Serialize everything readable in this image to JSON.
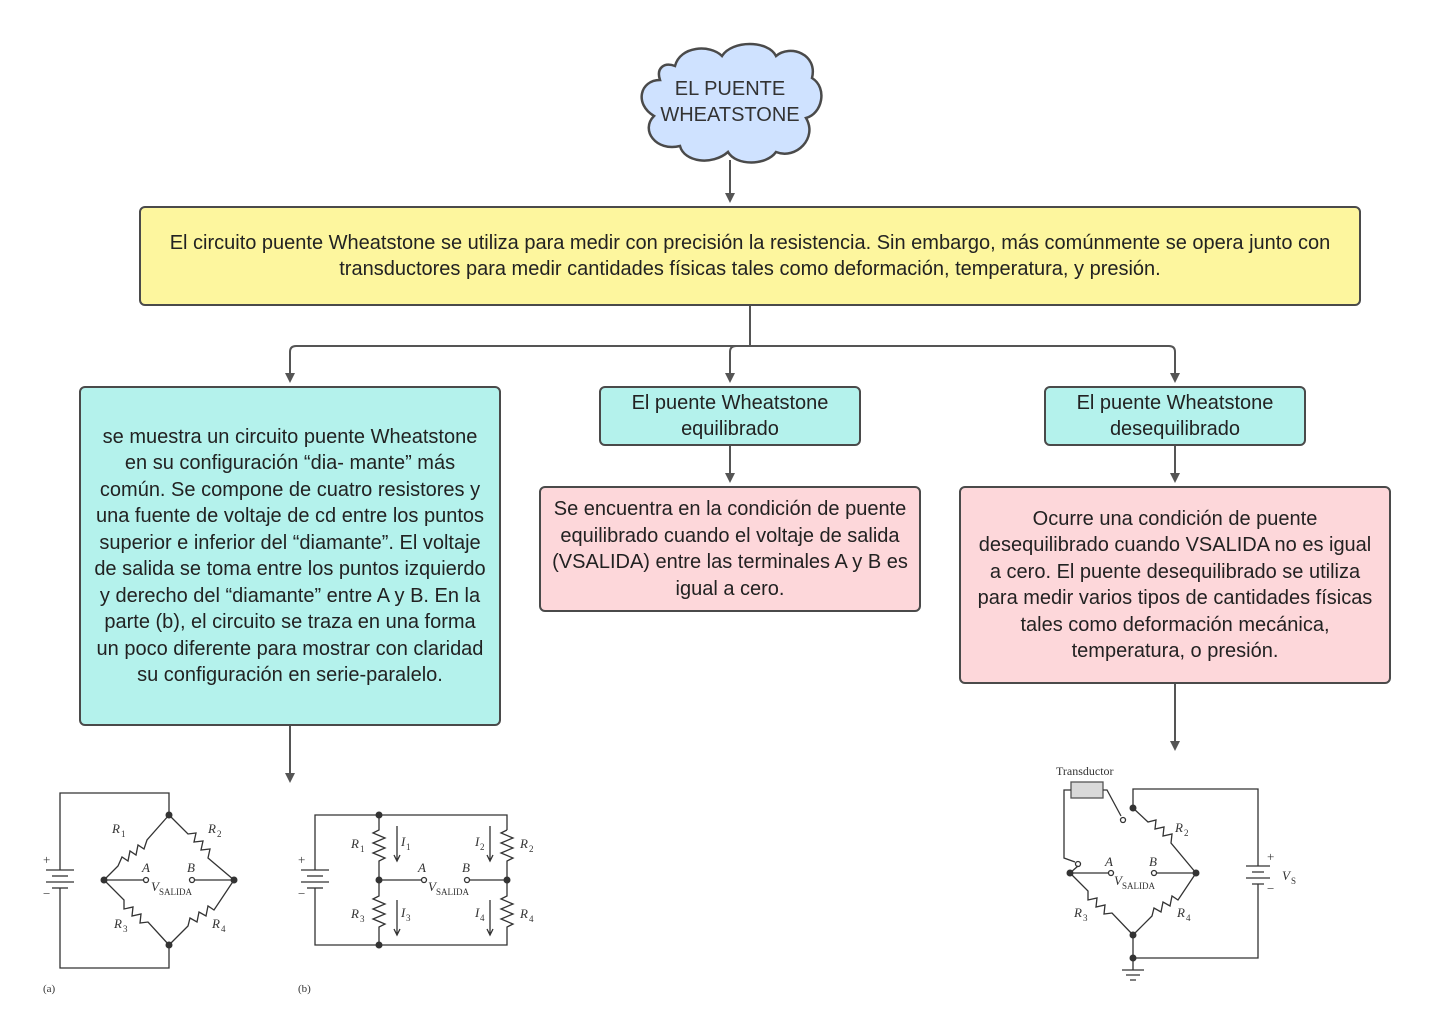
{
  "colors": {
    "cloud_fill": "#cfe2ff",
    "main_fill": "#fdf69e",
    "teal_fill": "#b4f2ec",
    "pink_fill": "#fdd7da",
    "border": "#4a4a4a"
  },
  "root": {
    "line1": "EL PUENTE",
    "line2": "WHEATSTONE"
  },
  "definition": "El circuito puente Wheatstone se utiliza para medir con precisión la resistencia. Sin embargo, más comúnmente se opera junto con transductores para medir cantidades físicas tales como deformación, temperatura, y presión.",
  "configuration": "se muestra un circuito puente Wheatstone en su configuración “dia- mante” más común. Se compone de cuatro resistores y una fuente de voltaje de cd entre los puntos superior e inferior del “diamante”. El voltaje de salida se toma entre los puntos izquierdo y derecho del “diamante” entre A y B. En la parte (b), el circuito se traza en una forma un poco diferente para mostrar con claridad su configuración en serie-paralelo.",
  "balanced": {
    "title": "El puente Wheatstone equilibrado",
    "description": "Se encuentra en la condición de puente equilibrado cuando el voltaje de salida (VSALIDA) entre las terminales A y B es igual a cero."
  },
  "unbalanced": {
    "title": "El puente Wheatstone desequilibrado",
    "description": "Ocurre una condición de puente desequilibrado cuando VSALIDA no es igual a cero. El puente desequilibrado se utiliza para medir varios tipos de cantidades físicas tales como deformación mecánica, temperatura, o presión."
  },
  "circuit_a": {
    "caption": "(a)",
    "r1": "R",
    "r1_sub": "1",
    "r2": "R",
    "r2_sub": "2",
    "r3": "R",
    "r3_sub": "3",
    "r4": "R",
    "r4_sub": "4",
    "node_a": "A",
    "node_b": "B",
    "vout": "V",
    "vout_sub": "SALIDA",
    "plus": "+",
    "minus": "−"
  },
  "circuit_b": {
    "caption": "(b)",
    "r1": "R",
    "r1_sub": "1",
    "r2": "R",
    "r2_sub": "2",
    "r3": "R",
    "r3_sub": "3",
    "r4": "R",
    "r4_sub": "4",
    "i1": "I",
    "i1_sub": "1",
    "i2": "I",
    "i2_sub": "2",
    "i3": "I",
    "i3_sub": "3",
    "i4": "I",
    "i4_sub": "4",
    "node_a": "A",
    "node_b": "B",
    "vout": "V",
    "vout_sub": "SALIDA",
    "plus": "+",
    "minus": "−"
  },
  "circuit_c": {
    "transducer_label": "Transductor",
    "r2": "R",
    "r2_sub": "2",
    "r3": "R",
    "r3_sub": "3",
    "r4": "R",
    "r4_sub": "4",
    "node_a": "A",
    "node_b": "B",
    "vout": "V",
    "vout_sub": "SALIDA",
    "vs": "V",
    "vs_sub": "S",
    "plus": "+",
    "minus": "−"
  }
}
